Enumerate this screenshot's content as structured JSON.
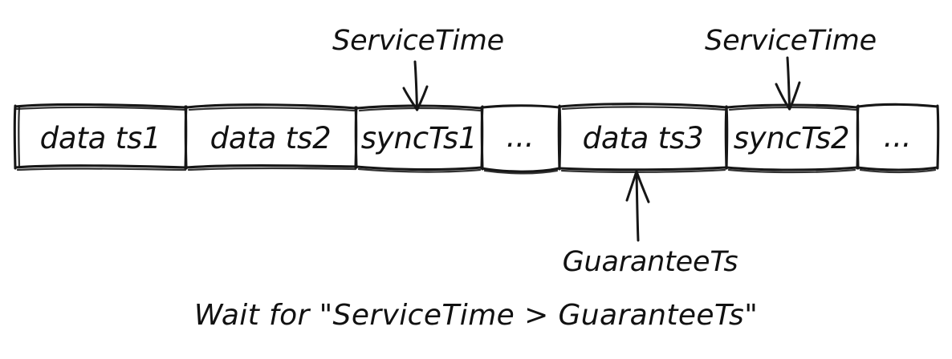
{
  "diagram": {
    "title_caption": "Wait for \"ServiceTime > GuaranteeTs\"",
    "colors": {
      "ink": "#161616",
      "background": "#ffffff"
    },
    "timeline": {
      "name": "log-timeline",
      "cells": [
        {
          "id": "cell-data-ts1",
          "label": "data ts1",
          "kind": "data"
        },
        {
          "id": "cell-data-ts2",
          "label": "data ts2",
          "kind": "data"
        },
        {
          "id": "cell-sync-ts1",
          "label": "syncTs1",
          "kind": "sync"
        },
        {
          "id": "cell-ellipsis-1",
          "label": "...",
          "kind": "ellipsis"
        },
        {
          "id": "cell-data-ts3",
          "label": "data ts3",
          "kind": "data"
        },
        {
          "id": "cell-sync-ts2",
          "label": "syncTs2",
          "kind": "sync"
        },
        {
          "id": "cell-ellipsis-2",
          "label": "...",
          "kind": "ellipsis"
        }
      ]
    },
    "annotations": [
      {
        "id": "annot-service-time-1",
        "label": "ServiceTime",
        "arrow_direction": "down",
        "points_to": "cell-sync-ts1"
      },
      {
        "id": "annot-service-time-2",
        "label": "ServiceTime",
        "arrow_direction": "down",
        "points_to": "cell-sync-ts2"
      },
      {
        "id": "annot-guarantee-ts",
        "label": "GuaranteeTs",
        "arrow_direction": "up",
        "points_to": "cell-data-ts3"
      }
    ]
  }
}
